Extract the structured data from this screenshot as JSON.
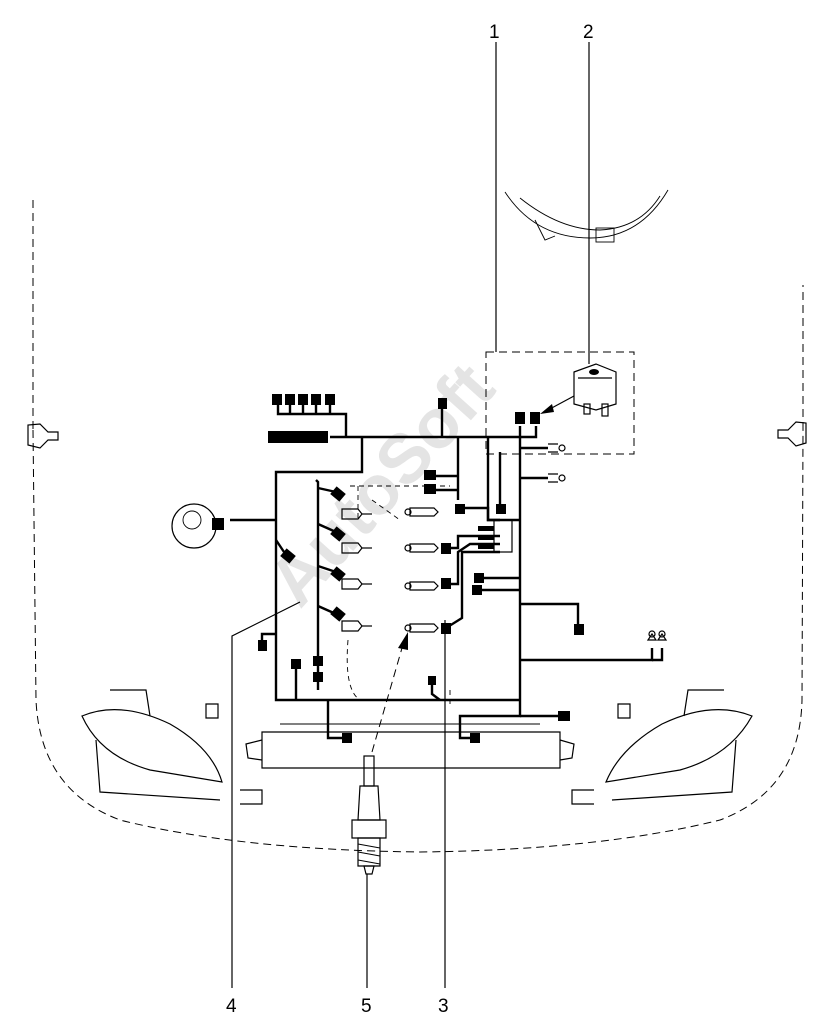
{
  "diagram": {
    "callouts": [
      {
        "id": "1",
        "label": "1"
      },
      {
        "id": "2",
        "label": "2"
      },
      {
        "id": "3",
        "label": "3"
      },
      {
        "id": "4",
        "label": "4"
      },
      {
        "id": "5",
        "label": "5"
      }
    ],
    "watermark": "AutoSoft",
    "colors": {
      "ink": "#000000",
      "watermark": "#d9d9d9",
      "background": "#ffffff"
    }
  }
}
